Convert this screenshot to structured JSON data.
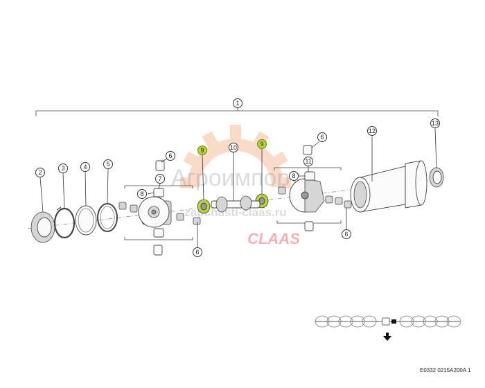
{
  "diagram": {
    "reference_code": "E0332 0215A200A 1",
    "callouts": [
      "1",
      "2",
      "3",
      "4",
      "5",
      "6",
      "7",
      "8",
      "9",
      "10",
      "11",
      "12",
      "13"
    ],
    "highlighted_callout": "9",
    "colors": {
      "highlight": "#b8d432",
      "watermark_gear": "#f08a4b",
      "watermark_brand": "#e3202b"
    }
  },
  "watermark": {
    "brand_text": "Агроимпорт",
    "site_text": "zapchasti-claas.ru",
    "logo_text": "CLAAS"
  },
  "locator": {
    "arrow_icon": "arrow-down-icon"
  }
}
